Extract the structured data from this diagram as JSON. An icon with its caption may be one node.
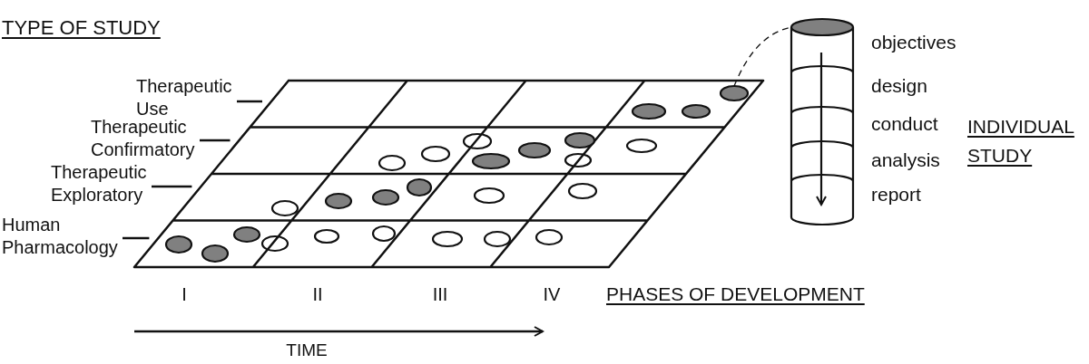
{
  "diagram": {
    "nodes": [
      {
        "text": [
          "Therapeutic Use"
        ]
      },
      {
        "text": [
          "Therapeutic Confirmatory"
        ]
      },
      {
        "text": [
          "Therapeutic Exploratory"
        ]
      },
      {
        "text": [
          "Human Pharmacology"
        ]
      },
      {
        "text": [],
        "shape": "ellipse"
      },
      {
        "text": [],
        "shape": "cylinder",
        "beside": [
          "objectives",
          "design",
          "conduct",
          "analysis",
          "report"
        ]
      }
    ],
    "edges": [
      {
        "from": 0,
        "to": null,
        "arrow": "none"
      },
      {
        "from": 1,
        "to": null,
        "arrow": "none"
      },
      {
        "from": 2,
        "to": null,
        "arrow": "none"
      },
      {
        "from": 3,
        "to": null,
        "arrow": "none"
      },
      {
        "from": 4,
        "to": 5,
        "arrow": "none",
        "style": "dashed"
      }
    ],
    "labels": [
      "TYPE OF STUDY",
      "INDIVIDUAL STUDY",
      "I",
      "II",
      "III",
      "IV",
      "PHASES OF DEVELOPMENT",
      "TIME"
    ]
  }
}
